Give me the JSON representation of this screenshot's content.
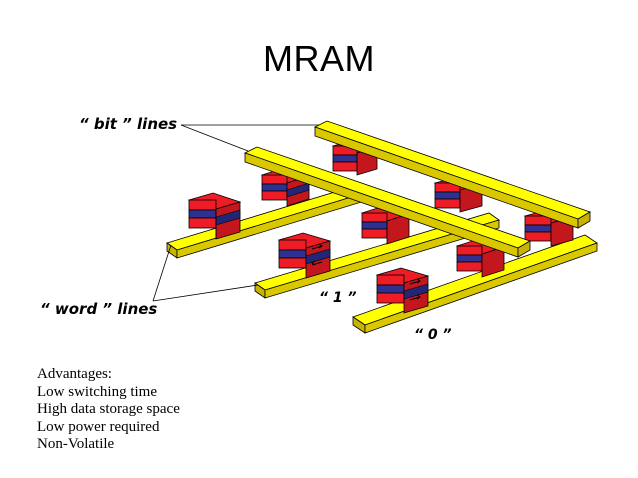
{
  "title": "MRAM",
  "diagram": {
    "bit_lines_label": "“ bit ” lines",
    "word_lines_label": "“ word ” lines",
    "one_label": "“ 1 ”",
    "zero_label": "“ 0 ”",
    "colors": {
      "bar_fill": "#ffff00",
      "bar_side": "#c8b400",
      "layer_red": "#ee1c24",
      "layer_blue": "#2e3192",
      "outline": "#000000",
      "background": "#ffffff"
    }
  },
  "advantages": {
    "heading": "Advantages:",
    "items": [
      "Low switching time",
      "High data storage space",
      "Low power required",
      "Non-Volatile"
    ]
  }
}
